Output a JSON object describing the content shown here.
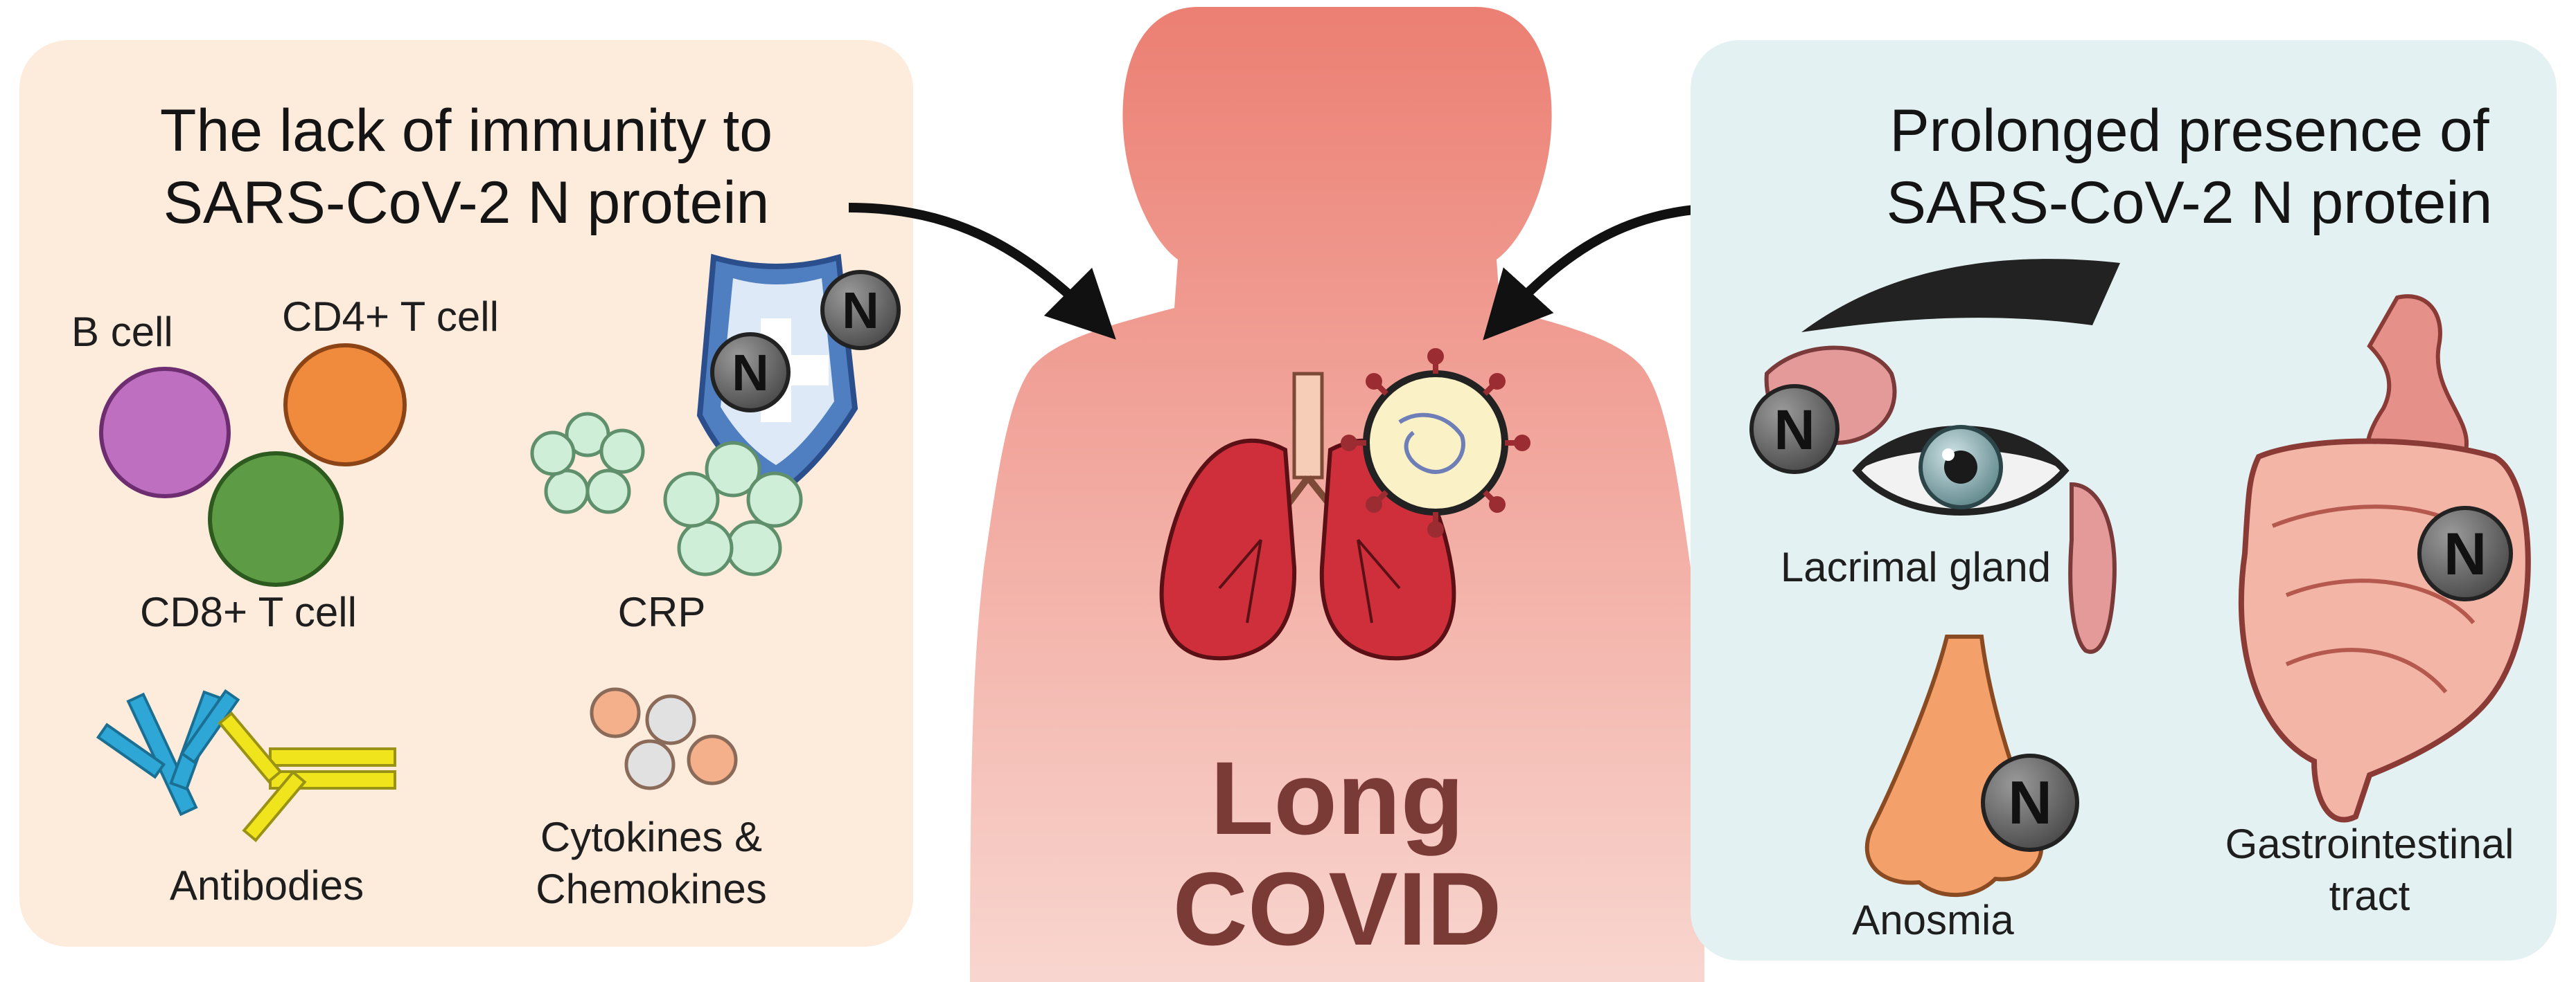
{
  "colors": {
    "left_panel": "#fdebdc",
    "right_panel": "#e3f1f2",
    "body_top": "#ec7f73",
    "body_bottom": "#f7d1cb",
    "b_cell": "#be6fc0",
    "cd4_cell": "#f08a3c",
    "cd8_cell": "#5e9b45",
    "crp": "#cfeed7",
    "antibody_blue": "#2ea7d6",
    "antibody_yellow": "#f0e51c",
    "cytokine_orange": "#f3b08a",
    "cytokine_grey": "#e1e1e1",
    "shield_blue": "#4f7fc0",
    "lung_red": "#cf2f3b",
    "n_token": "#6b6b6b"
  },
  "left_panel": {
    "title_line1": "The lack of immunity to",
    "title_line2": "SARS-CoV-2 N protein",
    "b_cell_label": "B cell",
    "cd4_label": "CD4+ T cell",
    "cd8_label": "CD8+ T cell",
    "crp_label": "CRP",
    "antibodies_label": "Antibodies",
    "cytokines_line1": "Cytokines &",
    "cytokines_line2": "Chemokines",
    "shield_icon": "shield-plus-icon",
    "n_token_text": "N"
  },
  "center": {
    "title_line1": "Long",
    "title_line2": "COVID"
  },
  "right_panel": {
    "title_line1": "Prolonged presence of",
    "title_line2": "SARS-CoV-2 N protein",
    "lacrimal_label": "Lacrimal gland",
    "anosmia_label": "Anosmia",
    "gi_line1": "Gastrointestinal",
    "gi_line2": "tract",
    "n_token_text": "N"
  }
}
